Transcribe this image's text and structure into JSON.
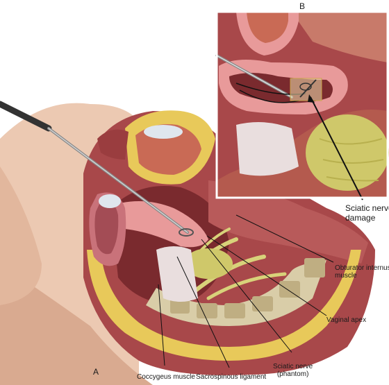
{
  "figure": {
    "panel_labels": {
      "a": "A",
      "b": "B"
    },
    "annotations": {
      "obturator_internus": [
        "Obturator internus",
        "muscle"
      ],
      "vaginal_apex": "Vaginal apex",
      "sciatic_nerve_phantom": [
        "Sciatic nerve",
        "(phantom)"
      ],
      "sacrospinous_ligament": "Sacrospinous ligament",
      "coccygeus_muscle": "Coccygeus muscle",
      "sciatic_nerve_damage": [
        "Sciatic nerve",
        "damage"
      ]
    },
    "colors": {
      "skin": "#ecc9b2",
      "muscle": "#a8484a",
      "muscle_dark": "#7a2a2e",
      "fat": "#e8c95a",
      "bone": "#d9cda8",
      "nerve": "#d8d27a",
      "vagina_pink": "#e89a9a",
      "instrument": "#777777"
    }
  }
}
